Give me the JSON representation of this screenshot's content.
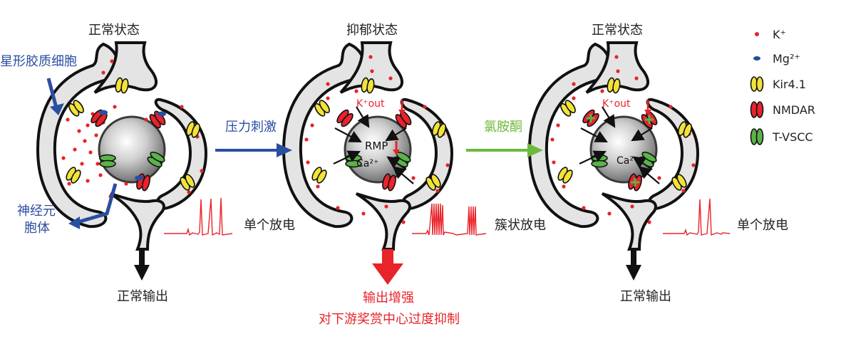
{
  "panels": [
    {
      "title": "正常状态",
      "firing": "单个放电",
      "output": "正常输出"
    },
    {
      "title": "抑郁状态",
      "firing": "簇状放电",
      "output": "输出增强",
      "output_sub": "对下游奖赏中心过度抑制"
    },
    {
      "title": "正常状态",
      "firing": "单个放电",
      "output": "正常输出"
    }
  ],
  "annotations": {
    "astrocyte": "星形胶质细胞",
    "neuron_body_line1": "神经元",
    "neuron_body_line2": "胞体",
    "stress": "压力刺激",
    "ketamine": "氯胺酮",
    "k_out": "K⁺out",
    "rmp": "RMP",
    "ca": "Ca²⁺"
  },
  "legend": [
    {
      "label": "K⁺",
      "icon": "k-ion-dot-icon",
      "color": "#e8232a"
    },
    {
      "label": "Mg²⁺",
      "icon": "mg-ion-ellipse-icon",
      "color": "#1f4ea0"
    },
    {
      "label": "Kir4.1",
      "icon": "kir41-channel-icon",
      "color": "#f2e33a"
    },
    {
      "label": "NMDAR",
      "icon": "nmdar-channel-icon",
      "color": "#e8232a"
    },
    {
      "label": "T-VSCC",
      "icon": "tvscc-channel-icon",
      "color": "#5bb349"
    }
  ],
  "colors": {
    "astrocyte_blue": "#2a4ea2",
    "stress_arrow": "#2a4ea2",
    "ketamine_green": "#6db93b",
    "depressed_red": "#e8232a",
    "output_black": "#111111"
  }
}
